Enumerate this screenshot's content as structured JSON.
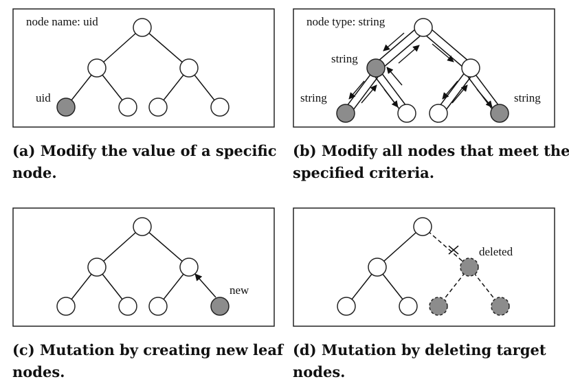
{
  "colors": {
    "box_border": "#222222",
    "edge": "#111111",
    "node_fill": "#ffffff",
    "node_highlight_fill": "#8c8c8c",
    "node_stroke": "#222222"
  },
  "panels": [
    {
      "id": "a",
      "annotation": "node name: uid",
      "node_labels": {
        "uid": "uid"
      },
      "caption_line1": "(a) Modify the value of a specific",
      "caption_line2": "node."
    },
    {
      "id": "b",
      "annotation": "node type: string",
      "node_labels": {
        "string_1": "string",
        "string_2": "string",
        "string_3": "string"
      },
      "caption_line1": "(b) Modify all nodes that meet the",
      "caption_line2": "specified criteria."
    },
    {
      "id": "c",
      "annotation": "",
      "node_labels": {
        "new": "new"
      },
      "caption_line1": "(c) Mutation by creating new leaf",
      "caption_line2": "nodes."
    },
    {
      "id": "d",
      "annotation": "",
      "node_labels": {
        "deleted": "deleted"
      },
      "caption_line1": "(d) Mutation by deleting target",
      "caption_line2": "nodes."
    }
  ]
}
